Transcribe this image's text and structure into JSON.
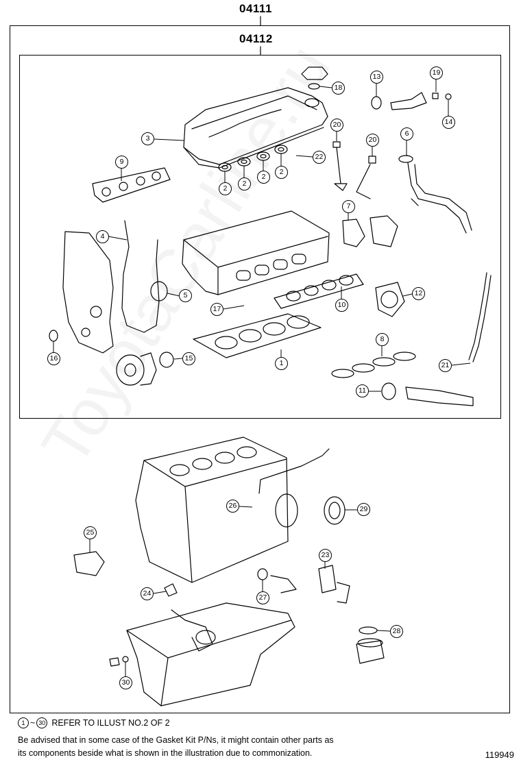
{
  "header": {
    "assembly_code_outer": "04111",
    "assembly_code_inner": "04112"
  },
  "callouts": [
    "1",
    "2",
    "2",
    "2",
    "2",
    "3",
    "4",
    "5",
    "6",
    "7",
    "8",
    "9",
    "10",
    "11",
    "12",
    "13",
    "14",
    "15",
    "16",
    "17",
    "18",
    "19",
    "20",
    "20",
    "21",
    "22",
    "23",
    "24",
    "25",
    "26",
    "27",
    "28",
    "29",
    "30"
  ],
  "notes": {
    "refer_from": "1",
    "refer_to": "30",
    "refer_text": "REFER TO ILLUST NO.2 OF 2",
    "advisory_line1": "Be advised that in some case of the Gasket Kit P/Ns,  it might contain other parts as",
    "advisory_line2": "its components beside what is shown in the illustration due to commonization."
  },
  "figure_number": "119949",
  "watermark": "ToyotaCarline.ru",
  "colors": {
    "line": "#000000",
    "background": "#ffffff"
  }
}
